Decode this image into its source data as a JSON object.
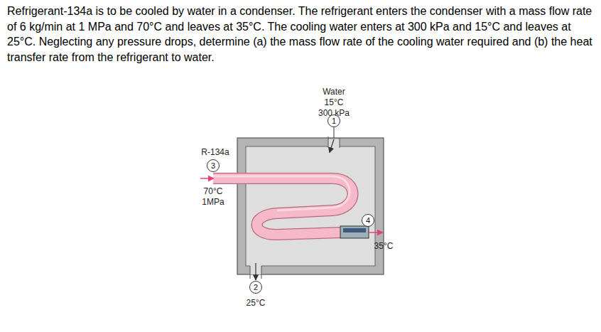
{
  "diagram": {
    "nodes": [
      {
        "text": [
          "1"
        ]
      },
      {
        "text": [
          "3"
        ]
      },
      {
        "text": [
          "4"
        ]
      },
      {
        "text": [
          "2"
        ]
      }
    ],
    "labels": [
      "Refrigerant-134a is to be cooled by water in a condenser. The refrigerant enters the condenser with a mass flow rate of 6 kg/min at 1 MPa and 70°C and leaves at 35°C. The cooling water enters at 300 kPa and 15°C and leaves at 25°C. Neglecting any pressure drops, determine (a) the mass flow rate of the cooling water required and (b) the heat transfer rate from the refrigerant to water.",
      "Water",
      "15°C",
      "300 kPa",
      "R-134a",
      "70°C",
      "1MPa",
      "35°C",
      "25°C"
    ]
  }
}
